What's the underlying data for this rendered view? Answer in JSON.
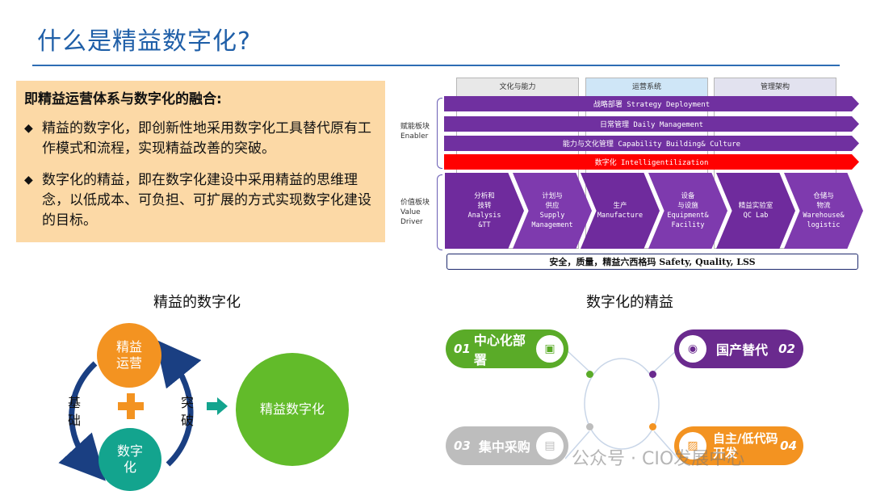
{
  "title": "什么是精益数字化?",
  "definition": {
    "heading": "即精益运营体系与数字化的融合:",
    "bullets": [
      "精益的数字化，即创新性地采用数字化工具替代原有工作模式和流程，实现精益改善的突破。",
      "数字化的精益，即在数字化建设中采用精益的思维理念，以低成本、可负担、可扩展的方式实现数字化建设的目标。"
    ]
  },
  "framework": {
    "pillars": [
      "文化与能力",
      "运营系统",
      "管理架构"
    ],
    "pillar_colors": [
      "#e8e8e8",
      "#cfe6f7",
      "#e2e2ef"
    ],
    "enabler_label": [
      "赋能板块",
      "Enabler"
    ],
    "driver_label": [
      "价值板块",
      "Value",
      "Driver"
    ],
    "bands": [
      {
        "text": "战略部署 Strategy Deployment",
        "color": "#7030a0"
      },
      {
        "text": "日常管理 Daily Management",
        "color": "#7030a0"
      },
      {
        "text": "能力与文化管理 Capability Building& Culture",
        "color": "#7030a0"
      },
      {
        "text": "数字化 Intelligentilization",
        "color": "#ff0000"
      }
    ],
    "drivers": [
      {
        "cn": "分析和\n技转",
        "en": "Analysis\n&TT"
      },
      {
        "cn": "计划与\n供应",
        "en": "Supply\nManagement"
      },
      {
        "cn": "生产",
        "en": "Manufacture"
      },
      {
        "cn": "设备\n与设施",
        "en": "Equipment&\nFacility"
      },
      {
        "cn": "精益实验室",
        "en": "QC Lab"
      },
      {
        "cn": "仓储与\n物流",
        "en": "Warehouse&\nlogistic"
      }
    ],
    "footer": "安全，质量，精益六西格玛 Safety, Quality, LSS"
  },
  "lean_digitalization": {
    "title": "精益的数字化",
    "top_circle": "精益\n运营",
    "bottom_circle": "数字\n化",
    "left_word": "基础",
    "right_word": "突破",
    "result": "精益数字化"
  },
  "digital_lean": {
    "title": "数字化的精益",
    "items": [
      {
        "num": "01",
        "label": "中心化部署",
        "color": "#5aab28",
        "icon": "chat-icon"
      },
      {
        "num": "02",
        "label": "国产替代",
        "color": "#6a2a8e",
        "icon": "pin-icon"
      },
      {
        "num": "03",
        "label": "集中采购",
        "color": "#bdbdbd",
        "icon": "document-icon"
      },
      {
        "num": "04",
        "label": "自主/低代码开发",
        "color": "#f39321",
        "icon": "image-icon"
      }
    ]
  },
  "watermark": "公众号 · CIO发展中心"
}
